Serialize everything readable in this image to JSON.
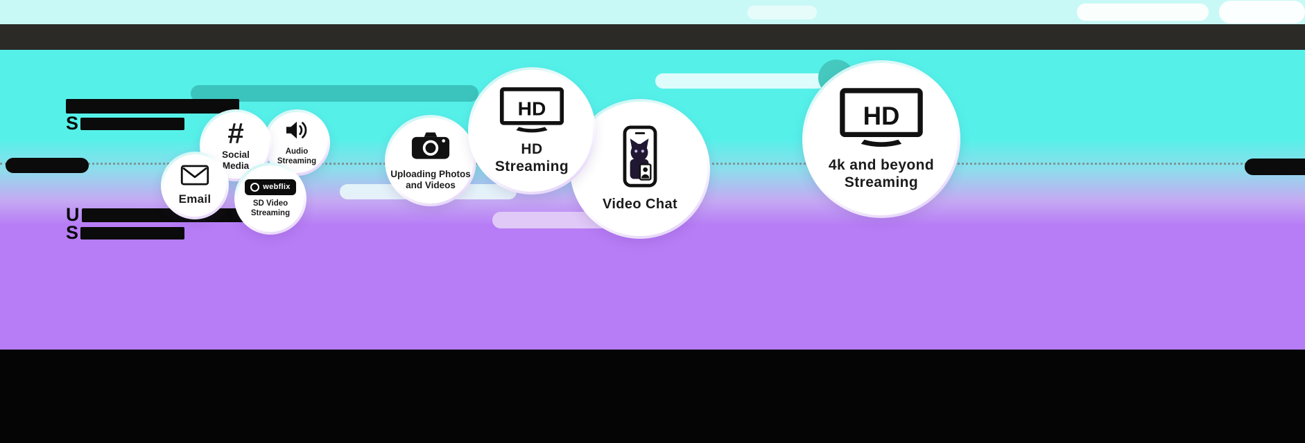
{
  "colors": {
    "cyan_bg": "#55f1e9",
    "purple_bg": "#b77df6",
    "top_strip": "#c8f9f6",
    "header_bar": "#2b2a27",
    "footer_bar": "#050505",
    "trail_teal": "#3bc4bd",
    "trail_light": "#ecfcfa",
    "trail_purple": "#e0c9f7",
    "bubble_fill": "#ffffff",
    "ink": "#111111"
  },
  "icons": {
    "email": "envelope-icon",
    "social": "hashtag-icon",
    "audio": "speaker-icon",
    "sd_video": "webflix-logo",
    "uploading": "camera-icon",
    "hd": "hd-tv-icon",
    "video_chat": "phone-video-chat-icon",
    "uhd": "hd-tv-icon"
  },
  "bubbles": {
    "email": {
      "label_lines": [
        "Email"
      ]
    },
    "social": {
      "label_lines": [
        "Social",
        "Media"
      ],
      "hash_symbol": "#"
    },
    "audio": {
      "label_lines": [
        "Audio",
        "Streaming"
      ]
    },
    "sd_video": {
      "label_lines": [
        "SD Video",
        "Streaming"
      ],
      "logo_text": "webflix"
    },
    "uploading": {
      "label_lines": [
        "Uploading Photos",
        "and Videos"
      ]
    },
    "hd": {
      "label_lines": [
        "HD",
        "Streaming"
      ],
      "tv_logo": "HD"
    },
    "video_chat": {
      "label_lines": [
        "Video Chat"
      ]
    },
    "uhd": {
      "label_lines": [
        "4k and beyond",
        "Streaming"
      ],
      "tv_logo": "HD"
    }
  },
  "redacted_text": {
    "r1": "",
    "r2": "S",
    "r3": "U",
    "r4": "S"
  }
}
